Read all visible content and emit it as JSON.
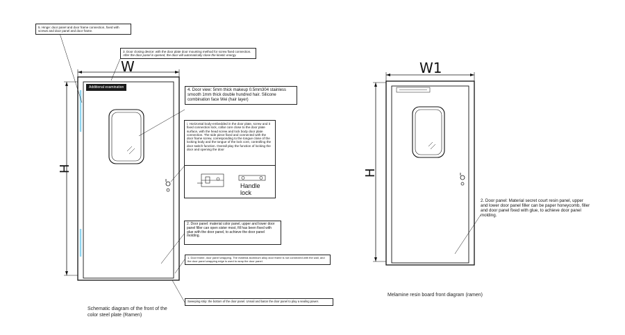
{
  "left_diagram": {
    "dimension_width": "W",
    "dimension_height": "H",
    "tag_label": "Additional examination",
    "notes": {
      "hinge": "5. Hinge: door panel and door frame connection, fixed with screws and door panel and door frame.",
      "closer_main": "3. Door closing device: with the door plate door mounting method for screw fixed connection.",
      "closer_sub": "After the door panel is opened, the door will automatically close the kinetic energy.",
      "door_view": "4. Door view: 5mm thick makeup 0.5mm304 stainless smooth 1mm thick double hundred hair. Silicone combination face Wei (hair layer)",
      "lock_body": "i. Horizontal body-embedded in the door plate, screw and it fixed connection lock, collar core close to the door plate surface, with the head screw and lock body door plate connection. The side piece fixed and connected with the door frame screw, corresponding to the tongue close of the locking body and the tongue of the lock core, controlling the door switch function. Overall play the function of locking the door and opening the door",
      "handle_lock": "Handle lock",
      "door_panel": "2. Door panel: material color panel, upper and lower door panel filler can open sister most, fill has been fixed with glue with the door panel, to achieve the door panel molding.",
      "door_frame": "1. Door frame, door panel wrapping. The material aluminum alloy door frame is not connected with the wall, and the door panel wrapping edge is used to wrap the door panel.",
      "sweep": "Sweeping strip: the bottom of the door panel. Unnail and baton the door panel to play a sealing power."
    },
    "caption": "Schematic diagram of the front of the color steel plate (Ramen)"
  },
  "right_diagram": {
    "dimension_width": "W1",
    "dimension_height": "H",
    "note_door_panel": "2. Door panel: Material secret court resin panel, upper and lower door panel filler can be paper honeycomb, filler and door panel fixed with glue, to achieve door panel molding.",
    "caption": "Melamine resin board front diagram (ramen)"
  },
  "colors": {
    "line": "#111111",
    "hinge_accent": "#8fd3ee",
    "tag_bg": "#1a1a1a"
  }
}
